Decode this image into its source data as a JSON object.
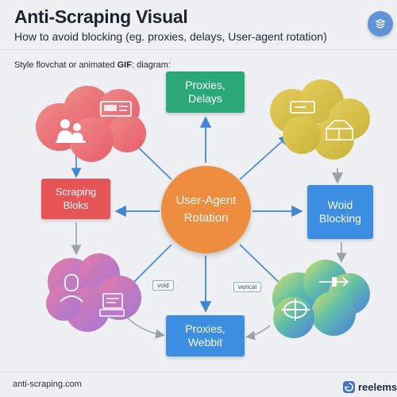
{
  "header": {
    "title": "Anti-Scraping Visual",
    "subtitle": "How to avoid blocking (eg. proxies, delays, User-agent rotation)",
    "icon": "layers-icon"
  },
  "style_note": {
    "text": "Style flovchat or animated ",
    "bold": "GIF",
    "suffix": ":  diagram:"
  },
  "diagram": {
    "hub": {
      "line1": "User-Agent",
      "line2": "Rotation",
      "color": "#ef8d3f"
    },
    "top_box": {
      "line1": "Proxies,",
      "line2": "Delays",
      "color": "#2aa878"
    },
    "left_box": {
      "line1": "Scraping",
      "line2": "Bloks",
      "color": "#e65456"
    },
    "right_box": {
      "line1": "Woid",
      "line2": "Blocking",
      "color": "#3c8ee3"
    },
    "bottom_box": {
      "line1": "Proxies,",
      "line2": "Webbit",
      "color": "#3c8ee3"
    },
    "tag_left": "void",
    "tag_right": "verical",
    "clouds": [
      {
        "name": "user-cloud",
        "icon": "user-group-icon"
      },
      {
        "name": "server-cloud",
        "icon": "server-icon"
      },
      {
        "name": "person-cloud",
        "icon": "person-screen-icon"
      },
      {
        "name": "rotation-cloud",
        "icon": "rotation-icon"
      }
    ]
  },
  "footer": {
    "url": "anti-scraping.com",
    "brand": "reelems",
    "brand_icon": "reelems-logo-icon"
  }
}
